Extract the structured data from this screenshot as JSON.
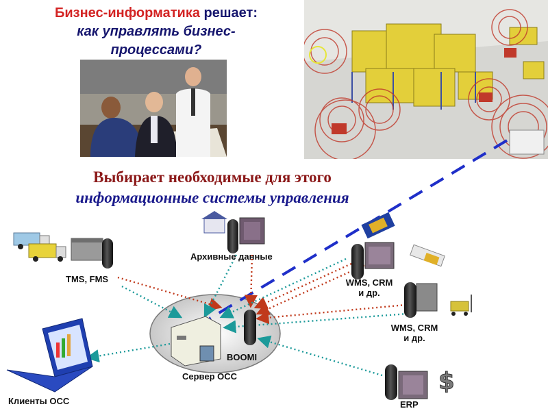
{
  "header": {
    "title_part1": "Бизнес-информатика",
    "title_part2": " решает:",
    "title_line2": "как управлять бизнес-",
    "title_line3": "процессами?"
  },
  "subtitle": {
    "line1": "Выбирает необходимые для этого",
    "line2": "информационные системы управления"
  },
  "nodes": {
    "tms": "TMS, FMS",
    "archive": "Архивные данные",
    "wms1_line1": "WMS, CRM",
    "wms1_line2": "и др.",
    "wms2_line1": "WMS, CRM",
    "wms2_line2": "и др.",
    "boomi": "BOOMI",
    "server": "Сервер ОСС",
    "clients": "Клиенты ОСС",
    "erp": "ERP"
  },
  "colors": {
    "title_red": "#d32424",
    "title_navy": "#16166e",
    "subtitle_maroon": "#8c1a1a",
    "subtitle_blue": "#1a1a8c",
    "arrow_red": "#c0391b",
    "arrow_teal": "#1c9a9a",
    "dash_blue": "#1f2fc9"
  }
}
